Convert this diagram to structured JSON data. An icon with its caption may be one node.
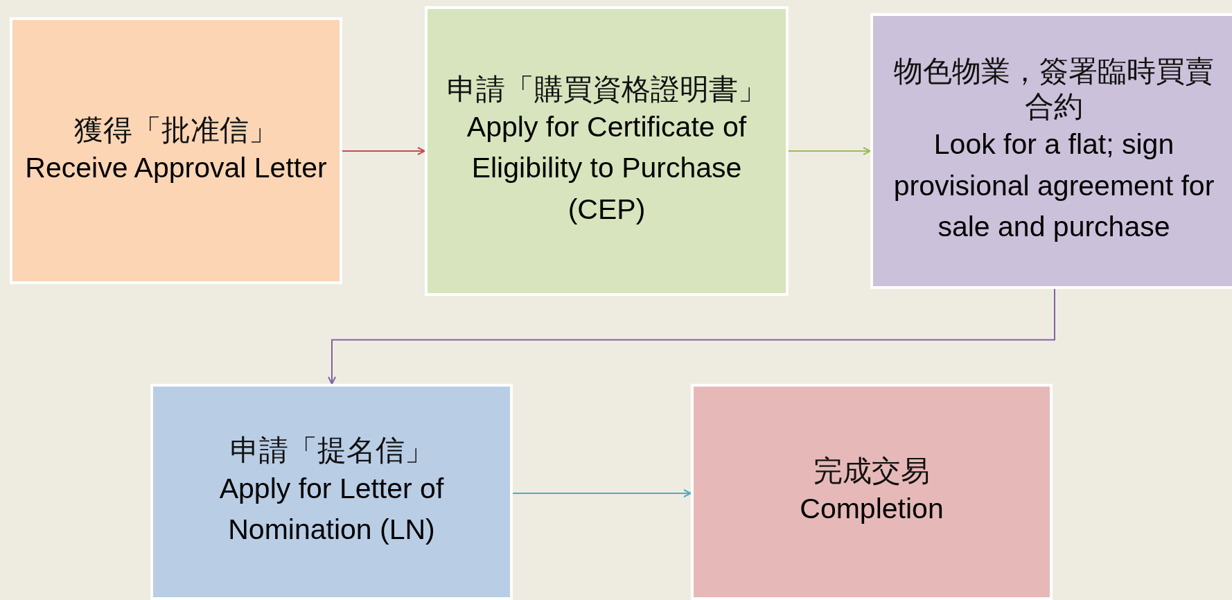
{
  "diagram": {
    "nodes": [
      {
        "text": [
          "獲得「批准信」",
          "Receive Approval Letter"
        ]
      },
      {
        "text": [
          "申請「購買資格證明書」",
          "Apply for Certificate of Eligibility to Purchase (CEP)"
        ]
      },
      {
        "text": [
          "物色物業，簽署臨時買賣合約",
          "Look for a flat; sign provisional agreement for sale and purchase"
        ]
      },
      {
        "text": [
          "申請「提名信」",
          "Apply for Letter of Nomination (LN)"
        ]
      },
      {
        "text": [
          "完成交易",
          "Completion"
        ]
      }
    ],
    "edges": [
      {
        "from": 0,
        "to": 1,
        "arrow": "to",
        "color": "#c0504d"
      },
      {
        "from": 1,
        "to": 2,
        "arrow": "to",
        "color": "#9bbb59"
      },
      {
        "from": 2,
        "to": 3,
        "arrow": "to",
        "color": "#8064a2"
      },
      {
        "from": 3,
        "to": 4,
        "arrow": "to",
        "color": "#4bacc6"
      }
    ]
  }
}
